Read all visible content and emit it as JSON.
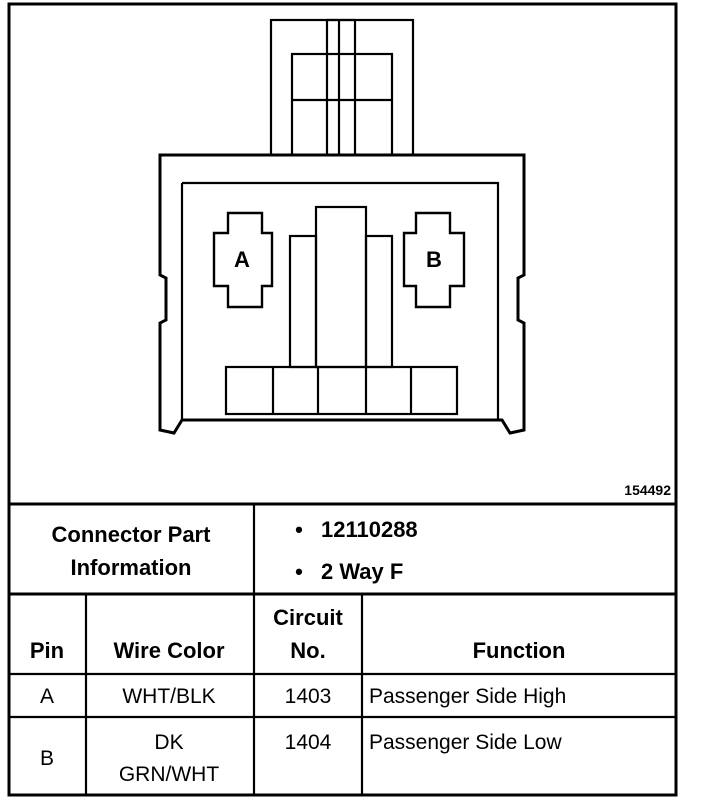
{
  "figure_number": "154492",
  "connector": {
    "cavity_a_label": "A",
    "cavity_b_label": "B"
  },
  "part_info": {
    "heading_line1": "Connector Part",
    "heading_line2": "Information",
    "bullet_symbol": "•",
    "part_number": "12110288",
    "description": "2 Way F"
  },
  "table": {
    "headers": {
      "pin": "Pin",
      "wire_color": "Wire Color",
      "circuit_line1": "Circuit",
      "circuit_line2": "No.",
      "function": "Function"
    },
    "rows": [
      {
        "pin": "A",
        "wire_color_line1": "WHT/BLK",
        "wire_color_line2": "",
        "circuit": "1403",
        "function": "Passenger Side High"
      },
      {
        "pin": "B",
        "wire_color_line1": "DK",
        "wire_color_line2": "GRN/WHT",
        "circuit": "1404",
        "function": "Passenger Side Low"
      }
    ]
  }
}
